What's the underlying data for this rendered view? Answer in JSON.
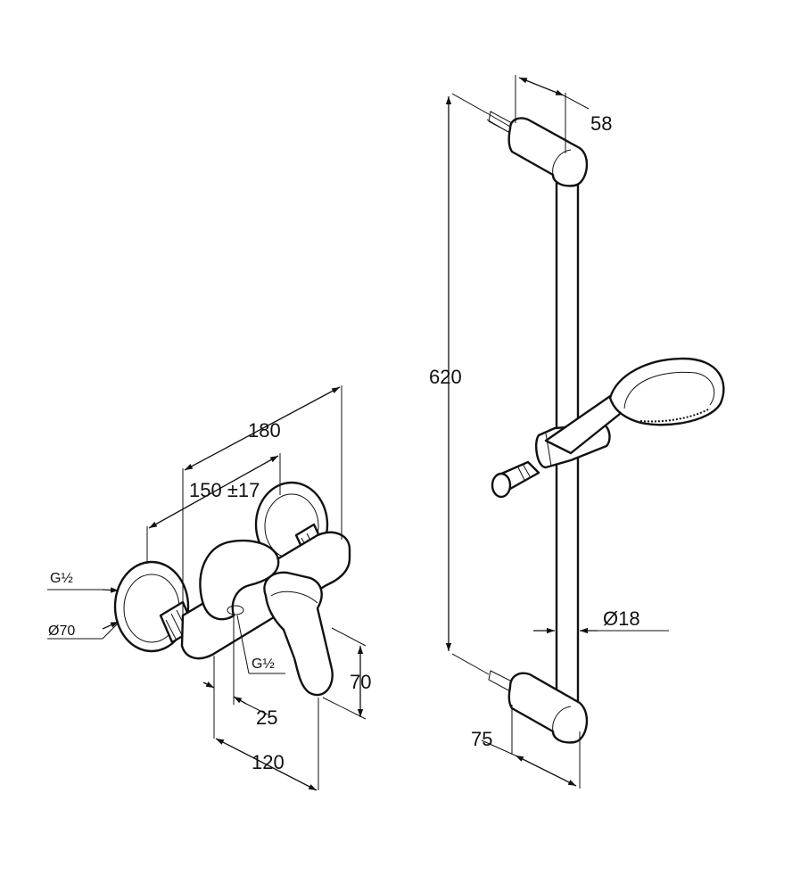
{
  "dimensions": {
    "d180": "180",
    "d150": "150 ±17",
    "g_half_left": "G½",
    "d70_diameter": "Ø70",
    "g_half_center": "G½",
    "d70_height": "70",
    "d25": "25",
    "d120": "120",
    "d620": "620",
    "d58": "58",
    "d18_diameter": "Ø18",
    "d75": "75"
  },
  "colors": {
    "line": "#111111",
    "background": "#ffffff"
  }
}
